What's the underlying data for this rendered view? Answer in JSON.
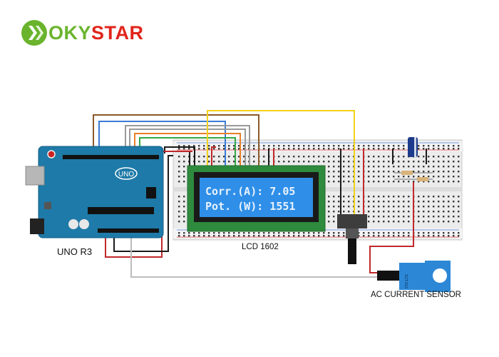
{
  "brand": {
    "name_part1": "OKY",
    "name_part2": "STAR",
    "colors": {
      "green": "#6ab42d",
      "red": "#e1251b"
    },
    "icon": "okystar-logo-icon"
  },
  "arduino": {
    "caption": "UNO R3",
    "board_label": "UNO",
    "color": "#1e7aa8"
  },
  "lcd": {
    "caption": "LCD 1602",
    "line1": "Corr.(A): 7.05",
    "line2": "Pot. (W): 1551",
    "screen_color": "#2f8fe8"
  },
  "sensor": {
    "caption": "AC CURRENT SENSOR",
    "color": "#2c88d6"
  },
  "wire_colors": {
    "brown": "#8a5a2b",
    "blue": "#3a7bd5",
    "gray": "#9a9a9a",
    "orange": "#e8802a",
    "green": "#35a845",
    "yellow": "#f2d21b",
    "red": "#c0282a",
    "black": "#1a1a1a"
  }
}
